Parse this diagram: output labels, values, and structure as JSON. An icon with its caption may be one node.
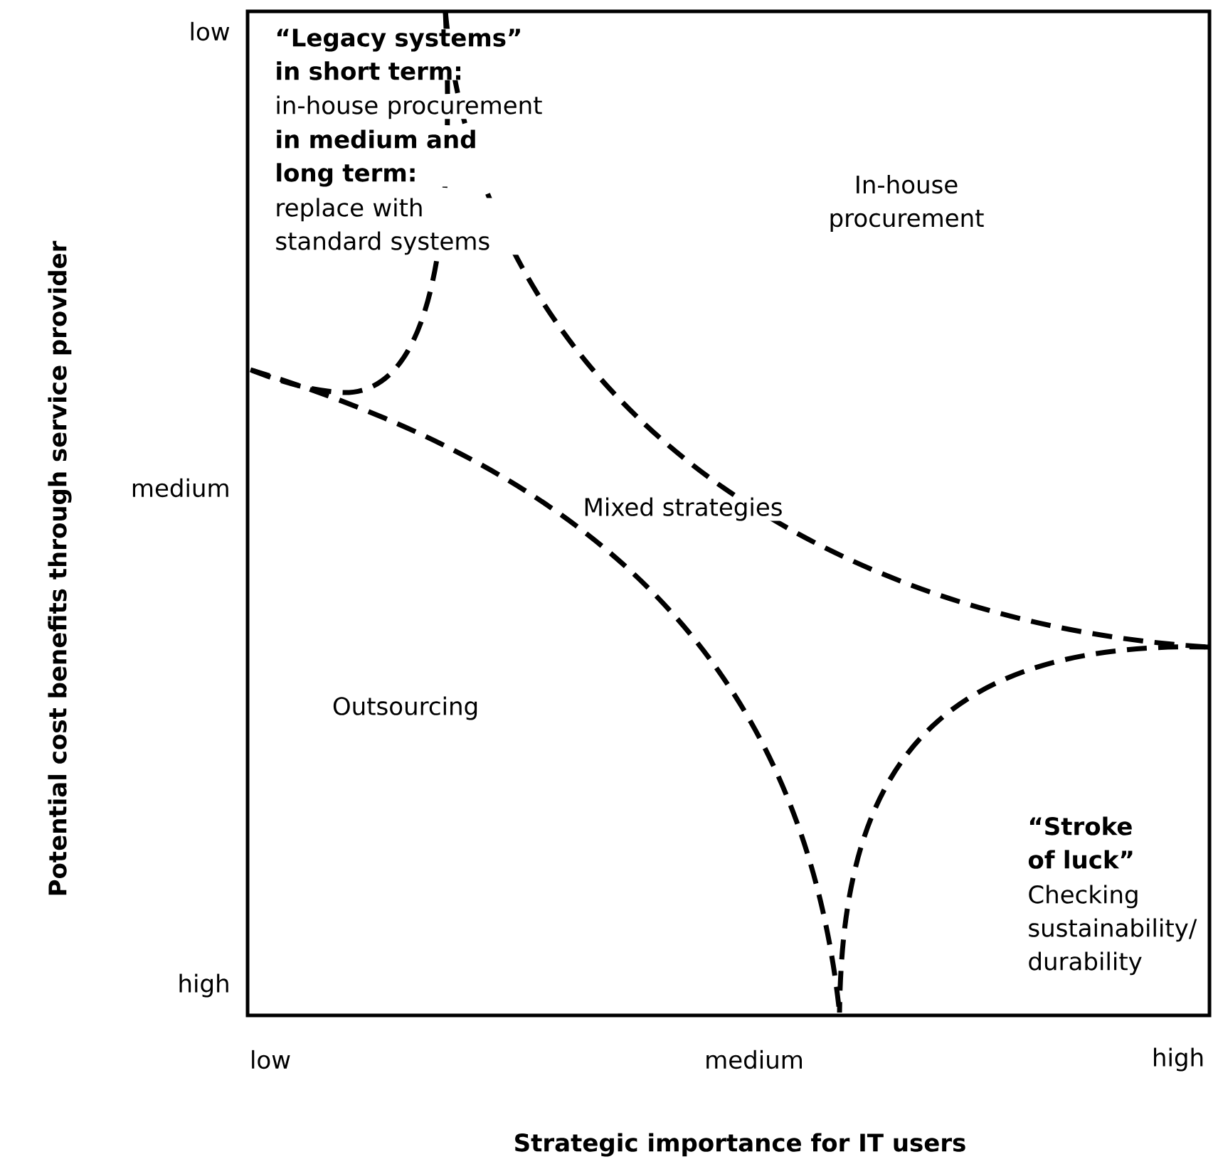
{
  "diagram": {
    "labels": [
      "Potential cost benefits through service provider",
      "low",
      "“Legacy systems” in short term:",
      "in-house procurement",
      "in medium and long term:",
      "replace with standard systems",
      "In-house procurement",
      "medium",
      "Mixed strategies",
      "Outsourcing",
      "“Stroke of luck”",
      "Checking sustainability/ durability",
      "high",
      "low",
      "medium",
      "high",
      "Strategic importance for IT users"
    ]
  }
}
